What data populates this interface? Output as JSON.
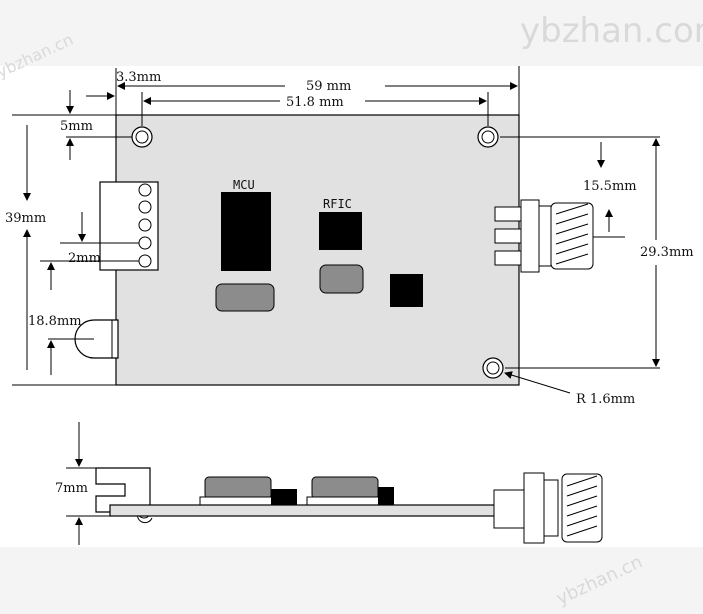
{
  "watermark": {
    "brand": "ybzhan.cn",
    "brand_header": "ybzhan.com"
  },
  "top_view": {
    "labels": {
      "left_offset": "3.3mm",
      "total_width": "59 mm",
      "hole_spacing": "51.8 mm",
      "top_offset": "5mm",
      "height": "39mm",
      "pin_pitch": "2mm",
      "ir_height": "18.8mm",
      "antenna_offset": "15.5mm",
      "hole_vertical": "29.3mm",
      "hole_radius": "R 1.6mm"
    },
    "chips": {
      "mcu": "MCU",
      "rfic": "RFIC"
    }
  },
  "side_view": {
    "labels": {
      "thickness": "7mm"
    }
  }
}
